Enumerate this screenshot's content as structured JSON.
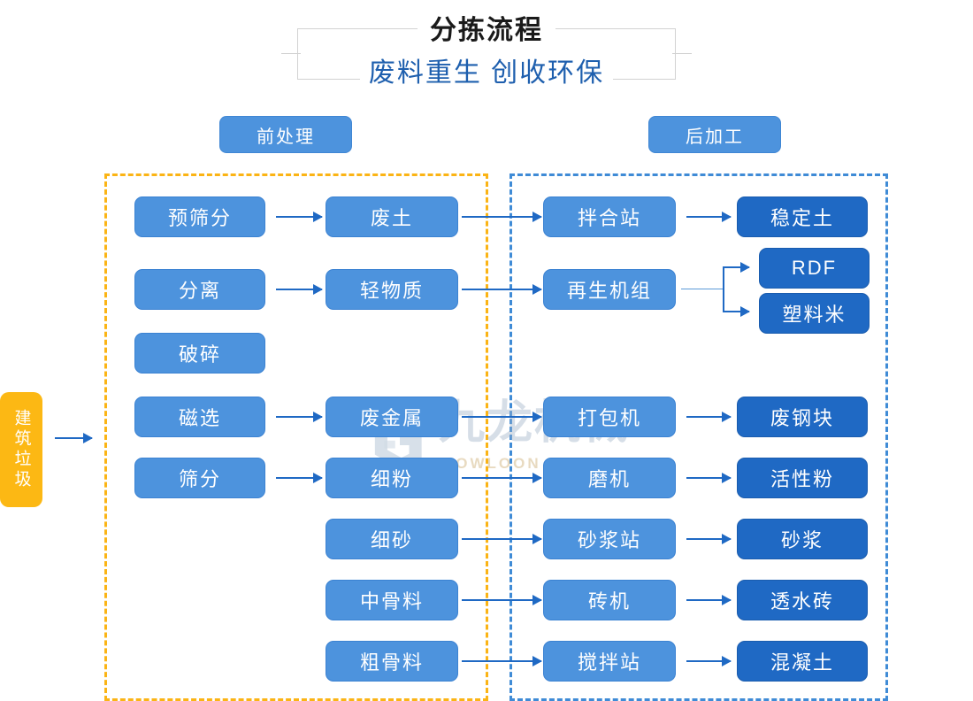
{
  "title": {
    "main": "分拣流程",
    "sub": "废料重生 创收环保"
  },
  "sections": {
    "pre_label": "前处理",
    "post_label": "后加工"
  },
  "source": {
    "label": "建筑垃圾"
  },
  "watermark": {
    "cn": "九龙机械",
    "en": "KOWLOON MACHINERY"
  },
  "colors": {
    "node_light": "#4d93dd",
    "node_dark": "#1f69c4",
    "source": "#fcb814",
    "panel_pre_border": "#fbb415",
    "panel_post_border": "#3f8bd6",
    "arrow": "#1f69c4",
    "title_sub": "#1e5fae"
  },
  "chart_data": {
    "type": "flowchart",
    "title": "分拣流程",
    "subtitle": "废料重生 创收环保",
    "input": "建筑垃圾",
    "groups": [
      {
        "name": "前处理",
        "border_style": "dashed",
        "border_color": "#fbb415"
      },
      {
        "name": "后加工",
        "border_style": "dashed",
        "border_color": "#3f8bd6"
      }
    ],
    "columns": [
      {
        "id": "c1",
        "group": "前处理",
        "role": "process",
        "nodes": [
          "预筛分",
          "分离",
          "破碎",
          "磁选",
          "筛分"
        ]
      },
      {
        "id": "c2",
        "group": "前处理",
        "role": "material",
        "nodes": [
          "废土",
          "轻物质",
          "废金属",
          "细粉",
          "细砂",
          "中骨料",
          "粗骨料"
        ]
      },
      {
        "id": "c3",
        "group": "后加工",
        "role": "equipment",
        "nodes": [
          "拌合站",
          "再生机组",
          "打包机",
          "磨机",
          "砂浆站",
          "砖机",
          "搅拌站"
        ]
      },
      {
        "id": "c4",
        "group": "后加工",
        "role": "product",
        "nodes": [
          "稳定土",
          "RDF",
          "塑料米",
          "废钢块",
          "活性粉",
          "砂浆",
          "透水砖",
          "混凝土"
        ]
      }
    ],
    "edges": [
      {
        "from": "建筑垃圾",
        "to": "预筛分"
      },
      {
        "from": "预筛分",
        "to": "废土"
      },
      {
        "from": "分离",
        "to": "轻物质"
      },
      {
        "from": "磁选",
        "to": "废金属"
      },
      {
        "from": "筛分",
        "to": "细粉"
      },
      {
        "from": "废土",
        "to": "拌合站"
      },
      {
        "from": "轻物质",
        "to": "再生机组"
      },
      {
        "from": "废金属",
        "to": "打包机"
      },
      {
        "from": "细粉",
        "to": "磨机"
      },
      {
        "from": "细砂",
        "to": "砂浆站"
      },
      {
        "from": "中骨料",
        "to": "砖机"
      },
      {
        "from": "粗骨料",
        "to": "搅拌站"
      },
      {
        "from": "拌合站",
        "to": "稳定土"
      },
      {
        "from": "再生机组",
        "to": "RDF"
      },
      {
        "from": "再生机组",
        "to": "塑料米"
      },
      {
        "from": "打包机",
        "to": "废钢块"
      },
      {
        "from": "磨机",
        "to": "活性粉"
      },
      {
        "from": "砂浆站",
        "to": "砂浆"
      },
      {
        "from": "砖机",
        "to": "透水砖"
      },
      {
        "from": "搅拌站",
        "to": "混凝土"
      }
    ]
  },
  "nodes": {
    "c1": {
      "n0": "预筛分",
      "n1": "分离",
      "n2": "破碎",
      "n3": "磁选",
      "n4": "筛分"
    },
    "c2": {
      "n0": "废土",
      "n1": "轻物质",
      "n2": "废金属",
      "n3": "细粉",
      "n4": "细砂",
      "n5": "中骨料",
      "n6": "粗骨料"
    },
    "c3": {
      "n0": "拌合站",
      "n1": "再生机组",
      "n2": "打包机",
      "n3": "磨机",
      "n4": "砂浆站",
      "n5": "砖机",
      "n6": "搅拌站"
    },
    "c4": {
      "n0": "稳定土",
      "n1": "RDF",
      "n2": "塑料米",
      "n3": "废钢块",
      "n4": "活性粉",
      "n5": "砂浆",
      "n6": "透水砖",
      "n7": "混凝土"
    }
  }
}
